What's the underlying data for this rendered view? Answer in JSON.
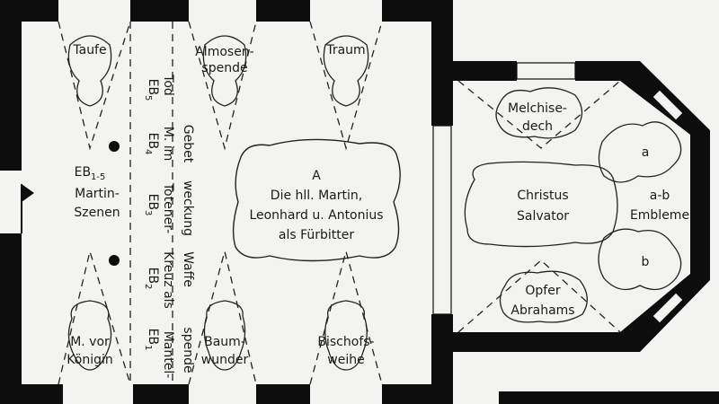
{
  "nave": {
    "panels": {
      "taufe": "Taufe",
      "almosen": [
        "Almosen-",
        "spende"
      ],
      "traum": "Traum",
      "koenigin": [
        "M. vor",
        "Königin"
      ],
      "baum": [
        "Baum-",
        "wunder"
      ],
      "bischof": [
        "Bischofs-",
        "weihe"
      ]
    },
    "center": [
      "A",
      "Die hll. Martin,",
      "Leonhard u. Antonius",
      "als Fürbitter"
    ],
    "martin": {
      "base": "EB",
      "sub": "1-5",
      "line1": "Martin-",
      "line2": "Szenen"
    },
    "strip": [
      {
        "base": "EB",
        "sub": "5",
        "col1": "Tod",
        "col2": ""
      },
      {
        "base": "EB",
        "sub": "4",
        "col1": "M. im",
        "col2": "Gebet"
      },
      {
        "base": "EB",
        "sub": "3",
        "col1": "Totener-",
        "col2": "weckung"
      },
      {
        "base": "EB",
        "sub": "2",
        "col1": "Kreuz als",
        "col2": "Waffe"
      },
      {
        "base": "EB",
        "sub": "1",
        "col1": "Mantel-",
        "col2": "spende"
      }
    ]
  },
  "choir": {
    "top": [
      "Melchise-",
      "dech"
    ],
    "center": [
      "Christus",
      "Salvator"
    ],
    "bottom": [
      "Opfer",
      "Abrahams"
    ],
    "a": "a",
    "b": "b",
    "emblem": [
      "a-b",
      "Embleme"
    ]
  }
}
